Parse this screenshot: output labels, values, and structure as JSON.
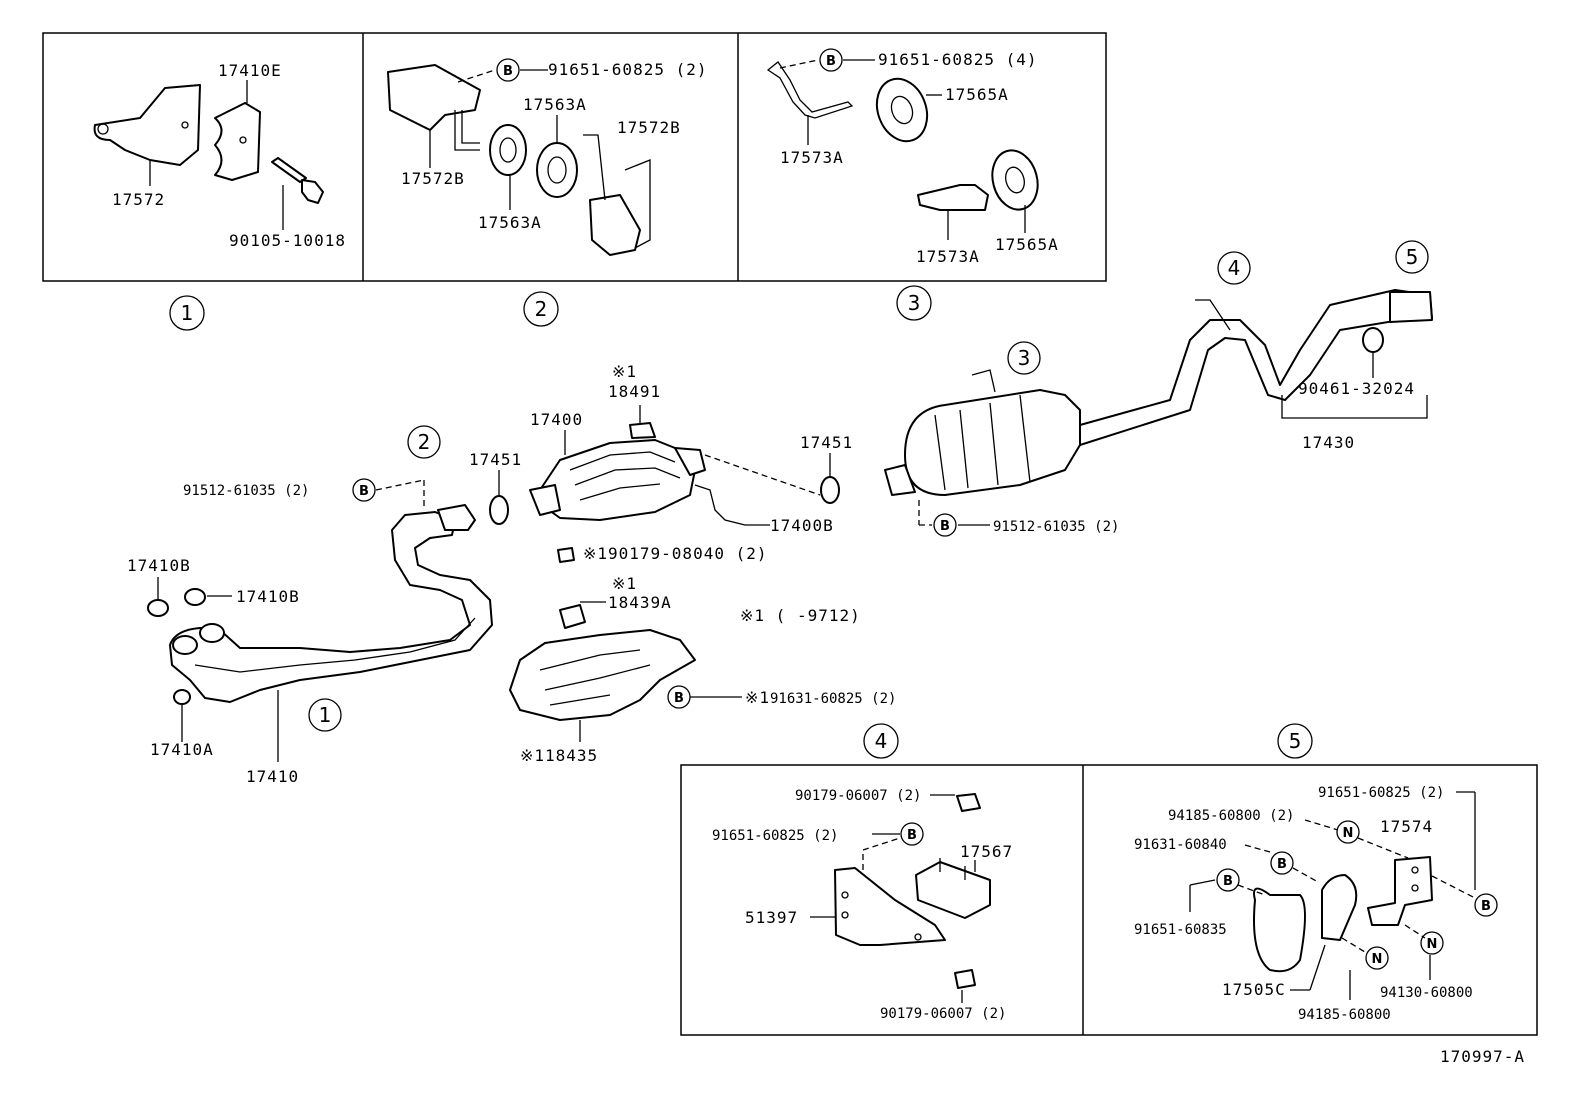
{
  "diagram_code": "170997-A",
  "note": "※1 (    -9712)",
  "detail_marks": [
    "1",
    "2",
    "3",
    "4",
    "5"
  ],
  "fastener_symbols": {
    "bolt": "B",
    "nut": "N"
  },
  "panel1": {
    "bracket": "17572",
    "plate": "17410E",
    "bolt": "90105-10018"
  },
  "panel2": {
    "bolt": "91651-60825 (2)",
    "hanger_a": "17572B",
    "hanger_b": "17572B",
    "support_a": "17563A",
    "support_b": "17563A"
  },
  "panel3": {
    "bolt": "91651-60825 (4)",
    "hanger_a": "17573A",
    "hanger_b": "17573A",
    "support_a": "17565A",
    "support_b": "17565A"
  },
  "panel4": {
    "nut_top": "90179-06007 (2)",
    "bolt": "91651-60825 (2)",
    "bracket": "51397",
    "cushion": "17567",
    "nut_bottom": "90179-06007 (2)"
  },
  "panel5": {
    "bolt_top": "91651-60825 (2)",
    "nut_top": "94185-60800 (2)",
    "bolt_mid": "91631-60840",
    "bracket": "17574",
    "bolt_clamp": "91651-60835",
    "clamp": "17505C",
    "nut_bottom": "94185-60800",
    "nut_right": "94130-60800"
  },
  "main": {
    "front_pipe": "17410",
    "gasket_b1": "17410B",
    "gasket_b2": "17410B",
    "nut_a": "17410A",
    "bolt_front": "91512-61035 (2)",
    "gasket_left": "17451",
    "gasket_right": "17451",
    "converter": "17400",
    "sensor_mark": "※1",
    "sensor": "18491",
    "converter_b": "17400B",
    "nut_mark": "※1",
    "nut": "90179-08040 (2)",
    "plug_mark": "※1",
    "plug": "18439A",
    "bolt_shield": "91631-60825 (2)",
    "shield_mark": "※1",
    "bolt_shield_mark": "※1",
    "shield": "18435",
    "bolt_rear": "91512-61035 (2)",
    "clamp": "90461-32024",
    "tail_pipe": "17430"
  }
}
